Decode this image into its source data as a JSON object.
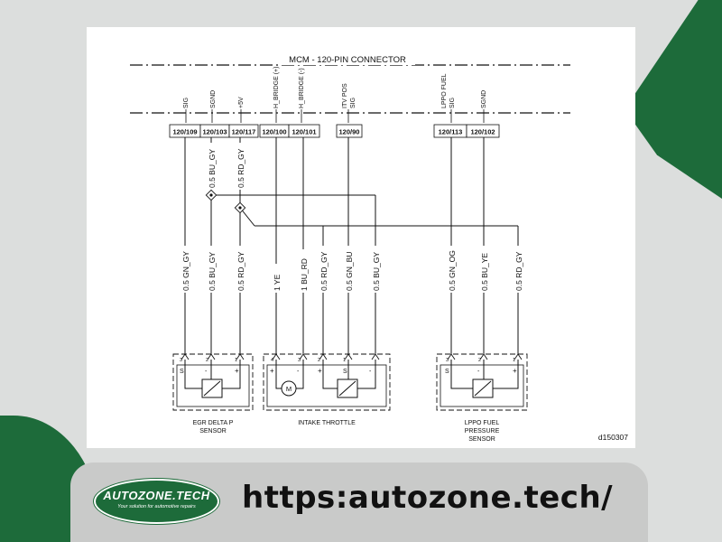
{
  "header": {
    "connector_title": "MCM - 120-PIN CONNECTOR"
  },
  "signals": {
    "sig1": "SIG",
    "sgnd1": "SGND",
    "p5v": "+5V",
    "hbp": "H_BRIDGE (+)",
    "hbm": "H_BRIDGE (-)",
    "itv_l1": "ITV POS",
    "itv_l2": "SIG",
    "lppo_l1": "LPPO FUEL",
    "lppo_l2": "SIG",
    "sgnd2": "SGND"
  },
  "pins": [
    "120/109",
    "120/103",
    "120/117",
    "120/100",
    "120/101",
    "120/90",
    "120/113",
    "120/102"
  ],
  "upper_wires": {
    "bu_gy": "0.5 BU_GY",
    "rd_gy": "0.5 RD_GY"
  },
  "wires": [
    "0.5 GN_GY",
    "0.5 BU_GY",
    "0.5 RD_GY",
    "1 YE",
    "1 BU_RD",
    "0.5 RD_GY",
    "0.5 GN_BU",
    "0.5 BU_GY",
    "0.5 GN_OG",
    "0.5 BU_YE",
    "0.5 RD_GY"
  ],
  "sensor_pins": [
    "3",
    "2",
    "1",
    "4",
    "3",
    "2",
    "1",
    "3",
    "2",
    "1"
  ],
  "terminals": [
    "S",
    "-",
    "+",
    "+",
    "-",
    "+",
    "S",
    "-",
    "S",
    "-",
    "+"
  ],
  "motor_label": "M",
  "components": {
    "egr": {
      "line1": "EGR DELTA P",
      "line2": "SENSOR"
    },
    "throttle": {
      "line1": "INTAKE THROTTLE"
    },
    "lppo": {
      "line1": "LPPO FUEL",
      "line2": "PRESSURE",
      "line3": "SENSOR"
    }
  },
  "diagram_id": "d150307",
  "footer": {
    "logo_text": "AUTOZONE.TECH",
    "logo_tagline": "Your solution for automotive repairs",
    "url": "https:autozone.tech/"
  },
  "colors": {
    "brand_green": "#1d6b3a",
    "page_bg": "#dcdedd",
    "footer_bar": "#c9cac9"
  }
}
